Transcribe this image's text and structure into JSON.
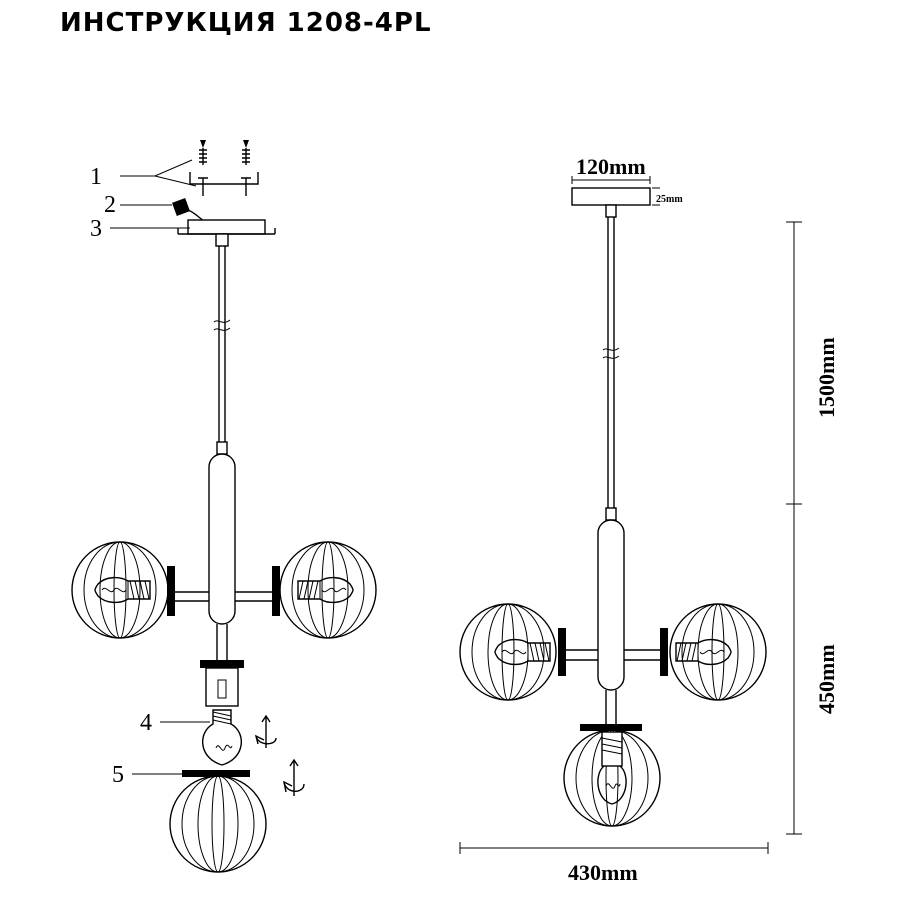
{
  "title": "ИНСТРУКЦИЯ 1208-4PL",
  "callouts": [
    "1",
    "2",
    "3",
    "4",
    "5"
  ],
  "dimensions": {
    "canopy_width": "120mm",
    "canopy_height": "25mm",
    "cord_length": "1500mm",
    "body_height": "450mm",
    "width": "430mm"
  }
}
